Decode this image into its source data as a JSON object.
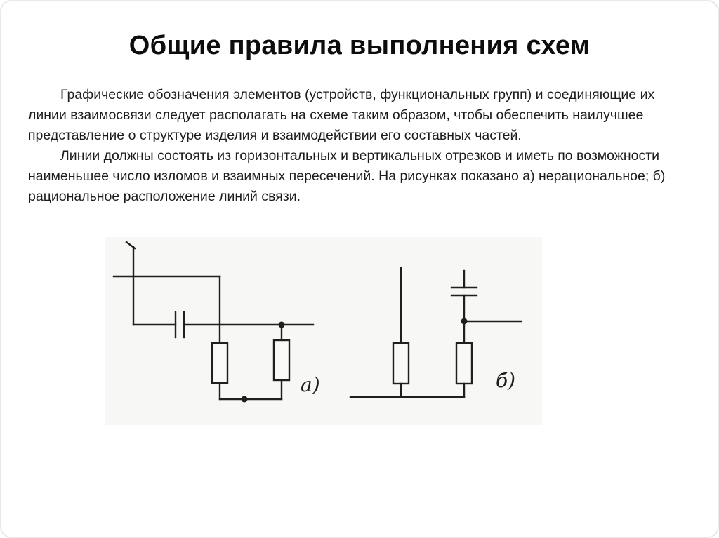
{
  "page": {
    "title": "Общие правила выполнения схем"
  },
  "paragraphs": [
    "Графические обозначения элементов (устройств, функциональных групп) и соединяющие их линии взаимосвязи следует располагать на схеме таким образом, чтобы обеспечить наилучшее представление о структуре изделия и взаимодействии его составных частей.",
    "Линии должны состоять из горизонтальных и вертикальных отрезков и иметь по возможности наименьшее число изломов и взаимных пересечений. На рисунках показано  а) нерациональное; б) рациональное  расположение линий связи."
  ],
  "diagram": {
    "label_a": "а)",
    "label_b": "б)",
    "colors": {
      "ink": "#1f1f1f",
      "scan_background": "#f7f7f5"
    }
  }
}
